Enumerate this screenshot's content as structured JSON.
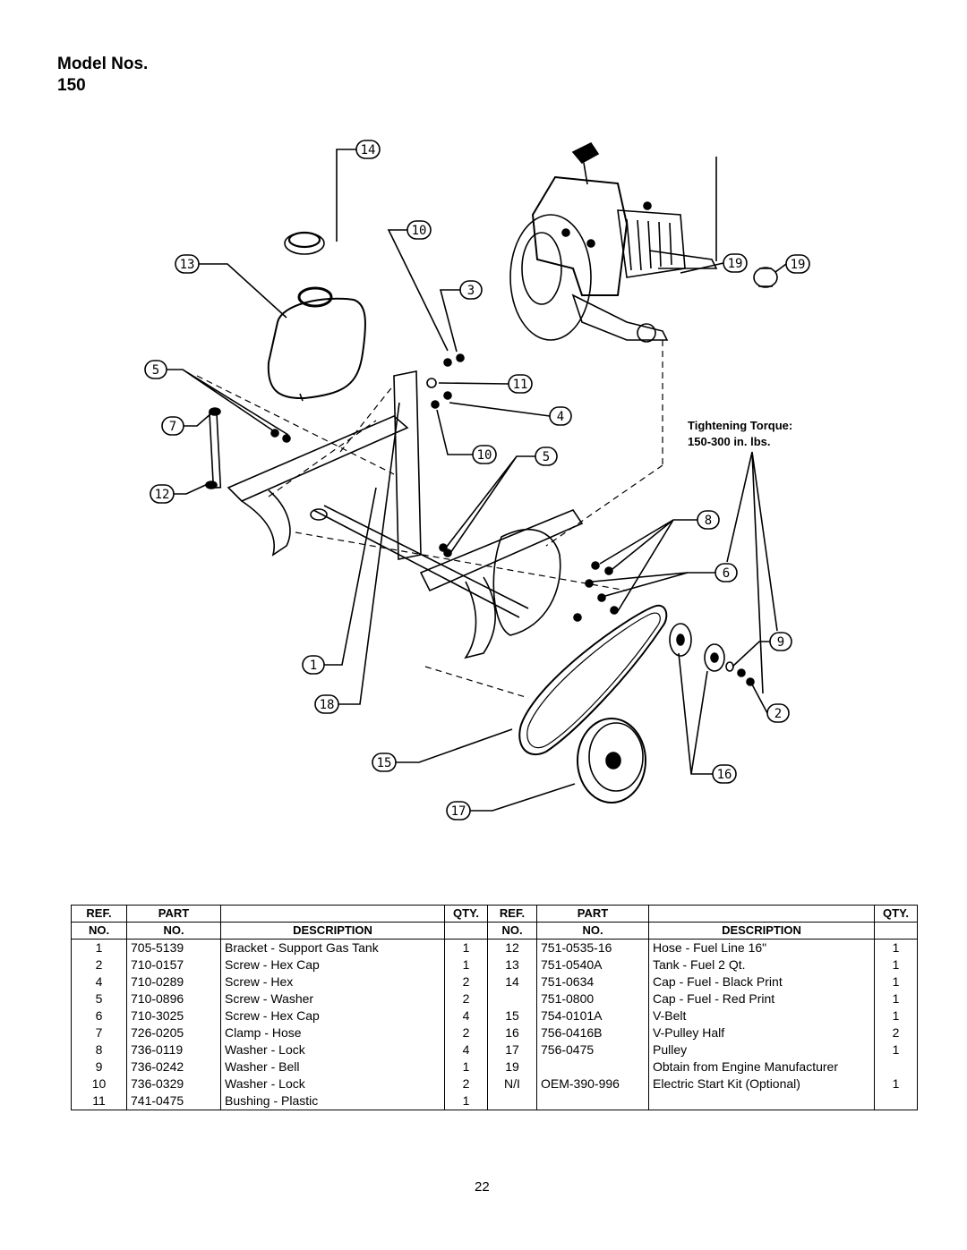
{
  "page": {
    "title_line1": "Model Nos.",
    "title_line2": "150",
    "page_number": "22"
  },
  "diagram": {
    "torque_line1": "Tightening Torque:",
    "torque_line2": "150-300 in. lbs.",
    "callouts": {
      "c14": "14",
      "c10a": "10",
      "c13": "13",
      "c3": "3",
      "c19a": "19",
      "c19b": "19",
      "c5a": "5",
      "c11": "11",
      "c7": "7",
      "c4": "4",
      "c10b": "10",
      "c5b": "5",
      "c12": "12",
      "c8": "8",
      "c6": "6",
      "c9": "9",
      "c1": "1",
      "c18": "18",
      "c2": "2",
      "c15": "15",
      "c16": "16",
      "c17": "17"
    }
  },
  "table": {
    "headers": {
      "ref": [
        "REF.",
        "NO."
      ],
      "part": [
        "PART",
        "NO."
      ],
      "description": "DESCRIPTION",
      "qty": "QTY."
    },
    "left_rows": [
      {
        "ref": "1",
        "part": "705-5139",
        "desc": "Bracket - Support Gas Tank",
        "qty": "1"
      },
      {
        "ref": "2",
        "part": "710-0157",
        "desc": "Screw - Hex Cap",
        "qty": "1"
      },
      {
        "ref": "4",
        "part": "710-0289",
        "desc": "Screw - Hex",
        "qty": "2"
      },
      {
        "ref": "5",
        "part": "710-0896",
        "desc": "Screw - Washer",
        "qty": "2"
      },
      {
        "ref": "6",
        "part": "710-3025",
        "desc": "Screw - Hex Cap",
        "qty": "4"
      },
      {
        "ref": "7",
        "part": "726-0205",
        "desc": "Clamp - Hose",
        "qty": "2"
      },
      {
        "ref": "8",
        "part": "736-0119",
        "desc": "Washer - Lock",
        "qty": "4"
      },
      {
        "ref": "9",
        "part": "736-0242",
        "desc": "Washer - Bell",
        "qty": "1"
      },
      {
        "ref": "10",
        "part": "736-0329",
        "desc": "Washer - Lock",
        "qty": "2"
      },
      {
        "ref": "11",
        "part": "741-0475",
        "desc": "Bushing - Plastic",
        "qty": "1"
      }
    ],
    "right_rows": [
      {
        "ref": "12",
        "part": "751-0535-16",
        "desc": "Hose - Fuel Line 16\"",
        "qty": "1"
      },
      {
        "ref": "13",
        "part": "751-0540A",
        "desc": "Tank - Fuel 2 Qt.",
        "qty": "1"
      },
      {
        "ref": "14",
        "part": "751-0634",
        "desc": "Cap - Fuel - Black Print",
        "qty": "1"
      },
      {
        "ref": "",
        "part": "751-0800",
        "desc": "Cap -  Fuel - Red Print",
        "qty": "1"
      },
      {
        "ref": "15",
        "part": "754-0101A",
        "desc": "V-Belt",
        "qty": "1"
      },
      {
        "ref": "16",
        "part": "756-0416B",
        "desc": "V-Pulley Half",
        "qty": "2"
      },
      {
        "ref": "17",
        "part": "756-0475",
        "desc": "Pulley",
        "qty": "1"
      },
      {
        "ref": "19",
        "part": "",
        "desc": "Obtain from Engine Manufacturer",
        "qty": ""
      },
      {
        "ref": "N/I",
        "part": "OEM-390-996",
        "desc": "Electric Start Kit (Optional)",
        "qty": "1"
      },
      {
        "ref": "",
        "part": "",
        "desc": "",
        "qty": ""
      }
    ]
  }
}
